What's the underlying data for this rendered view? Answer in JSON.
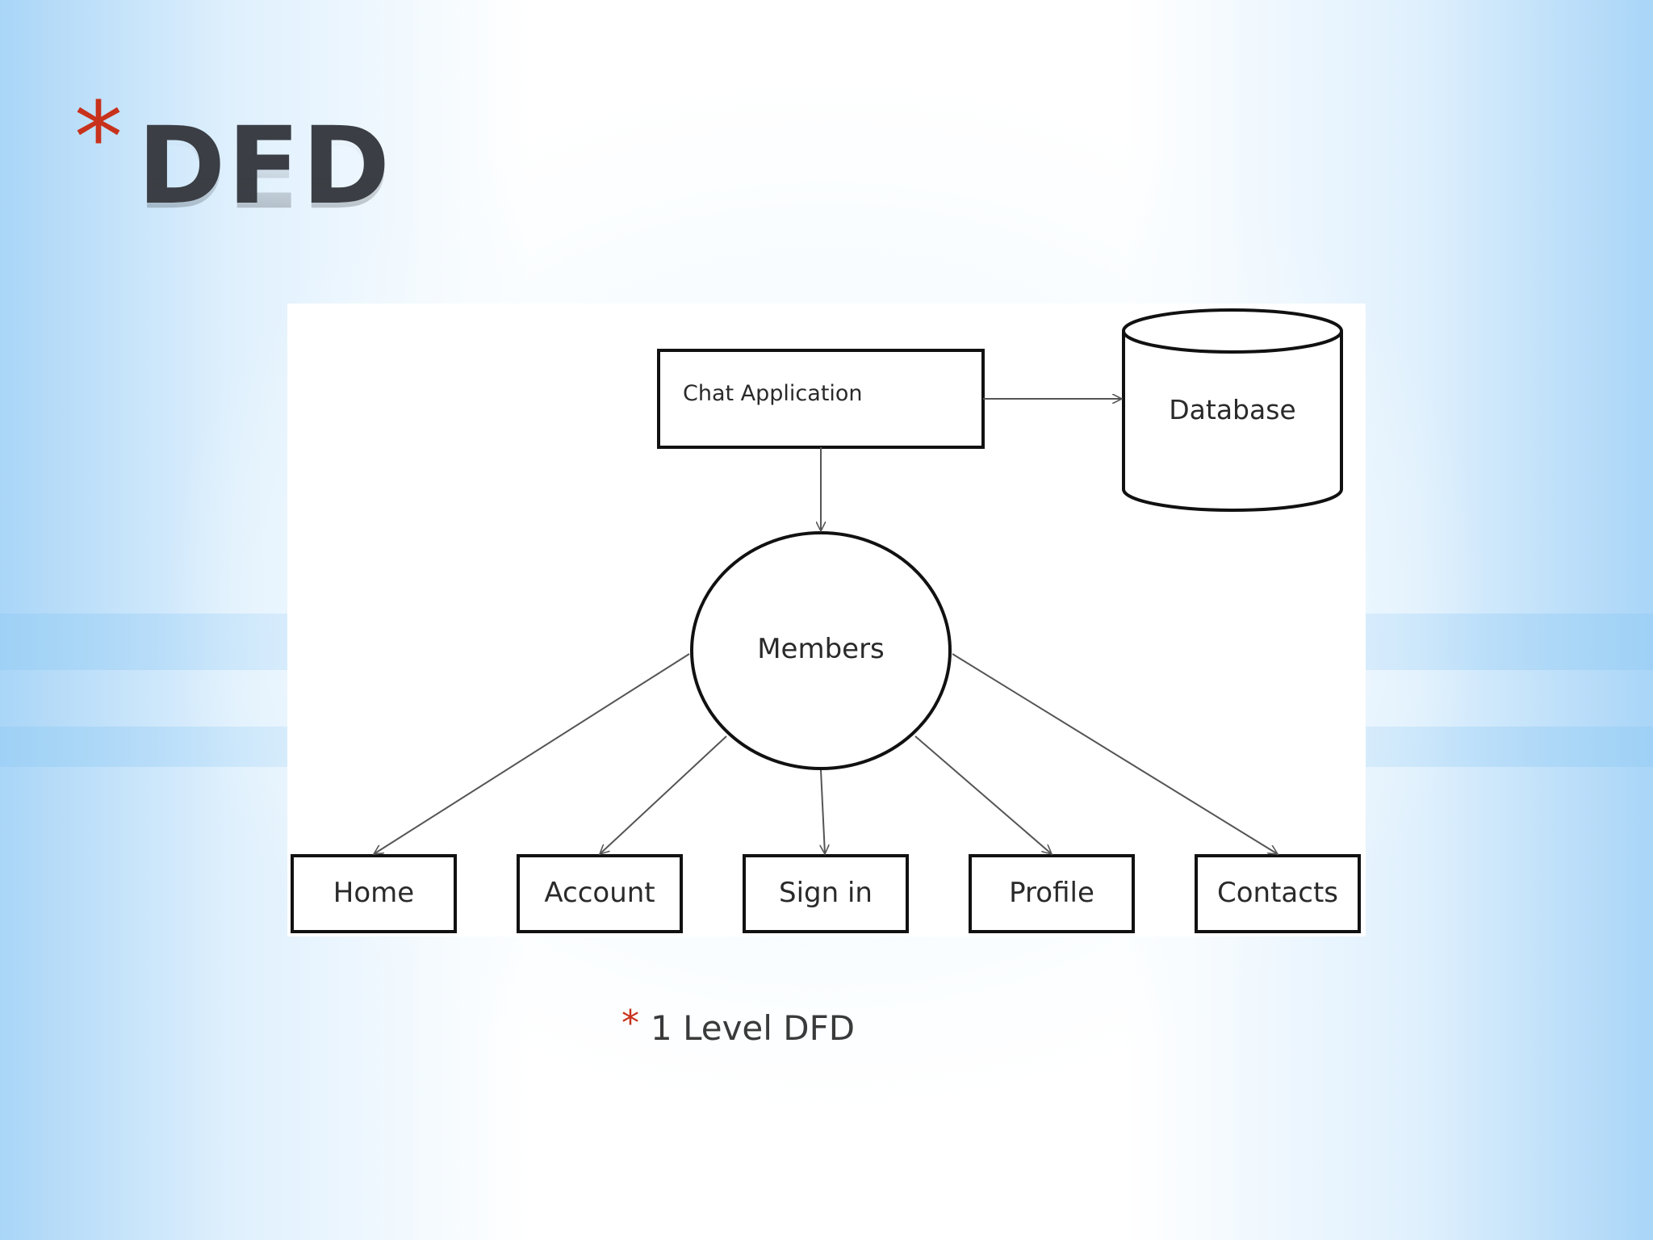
{
  "slide": {
    "title": "DFD",
    "title_bullet": "*",
    "caption": "1 Level DFD",
    "caption_bullet": "*",
    "accent_color": "#c8321c"
  },
  "diagram": {
    "process": "Chat Application",
    "datastore": "Database",
    "entity": "Members",
    "children": [
      "Home",
      "Account",
      "Sign in",
      "Profile",
      "Contacts"
    ]
  }
}
